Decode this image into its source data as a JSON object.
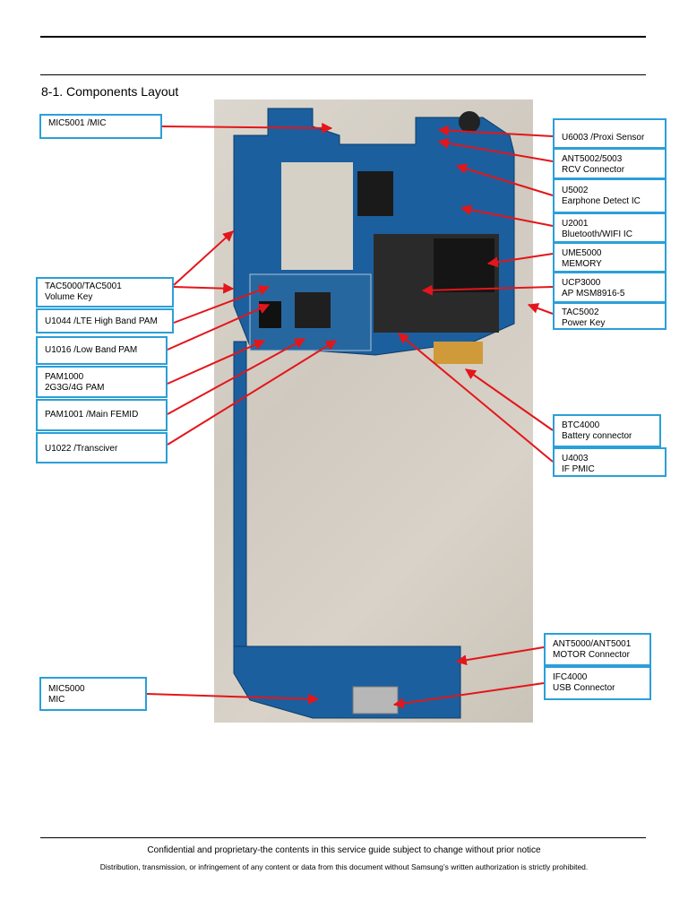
{
  "section_title": "8-1. Components Layout",
  "callouts_left": [
    {
      "id": "mic5001",
      "line1": "MIC5001 /MIC",
      "line2": ""
    },
    {
      "id": "tac5000",
      "line1": "TAC5000/TAC5001",
      "line2": "Volume Key"
    },
    {
      "id": "u1044",
      "line1": "U1044 /LTE High Band PAM",
      "line2": ""
    },
    {
      "id": "u1016",
      "line1": "U1016 /Low Band PAM",
      "line2": ""
    },
    {
      "id": "pam1000",
      "line1": "PAM1000",
      "line2": "2G3G/4G PAM"
    },
    {
      "id": "pam1001",
      "line1": "PAM1001 /Main FEMID",
      "line2": ""
    },
    {
      "id": "u1022",
      "line1": "U1022 /Transciver",
      "line2": ""
    },
    {
      "id": "mic5000",
      "line1": "MIC5000",
      "line2": "MIC"
    }
  ],
  "callouts_right": [
    {
      "id": "u6003",
      "line1": "U6003 /Proxi Sensor",
      "line2": ""
    },
    {
      "id": "ant5002",
      "line1": "ANT5002/5003",
      "line2": "RCV Connector"
    },
    {
      "id": "u5002",
      "line1": "U5002",
      "line2": "Earphone Detect IC"
    },
    {
      "id": "u2001",
      "line1": "U2001",
      "line2": "Bluetooth/WIFI IC"
    },
    {
      "id": "ume5000",
      "line1": "UME5000",
      "line2": "MEMORY"
    },
    {
      "id": "ucp3000",
      "line1": "UCP3000",
      "line2": "AP MSM8916-5"
    },
    {
      "id": "tac5002",
      "line1": "TAC5002",
      "line2": "Power Key"
    },
    {
      "id": "btc4000",
      "line1": "BTC4000",
      "line2": "Battery connector"
    },
    {
      "id": "u4003",
      "line1": "U4003",
      "line2": "IF PMIC"
    },
    {
      "id": "ant5000",
      "line1": "ANT5000/ANT5001",
      "line2": "MOTOR Connector"
    },
    {
      "id": "ifc4000",
      "line1": "IFC4000",
      "line2": "USB Connector"
    }
  ],
  "footer": {
    "line1": "Confidential and proprietary-the contents in this service guide subject to change without prior notice",
    "line2": "Distribution, transmission, or infringement of any content or data from this document without Samsung’s written authorization is strictly prohibited."
  },
  "colors": {
    "callout_border": "#2b9fd8",
    "arrow": "#e3161b",
    "board": "#1b5f9e"
  }
}
